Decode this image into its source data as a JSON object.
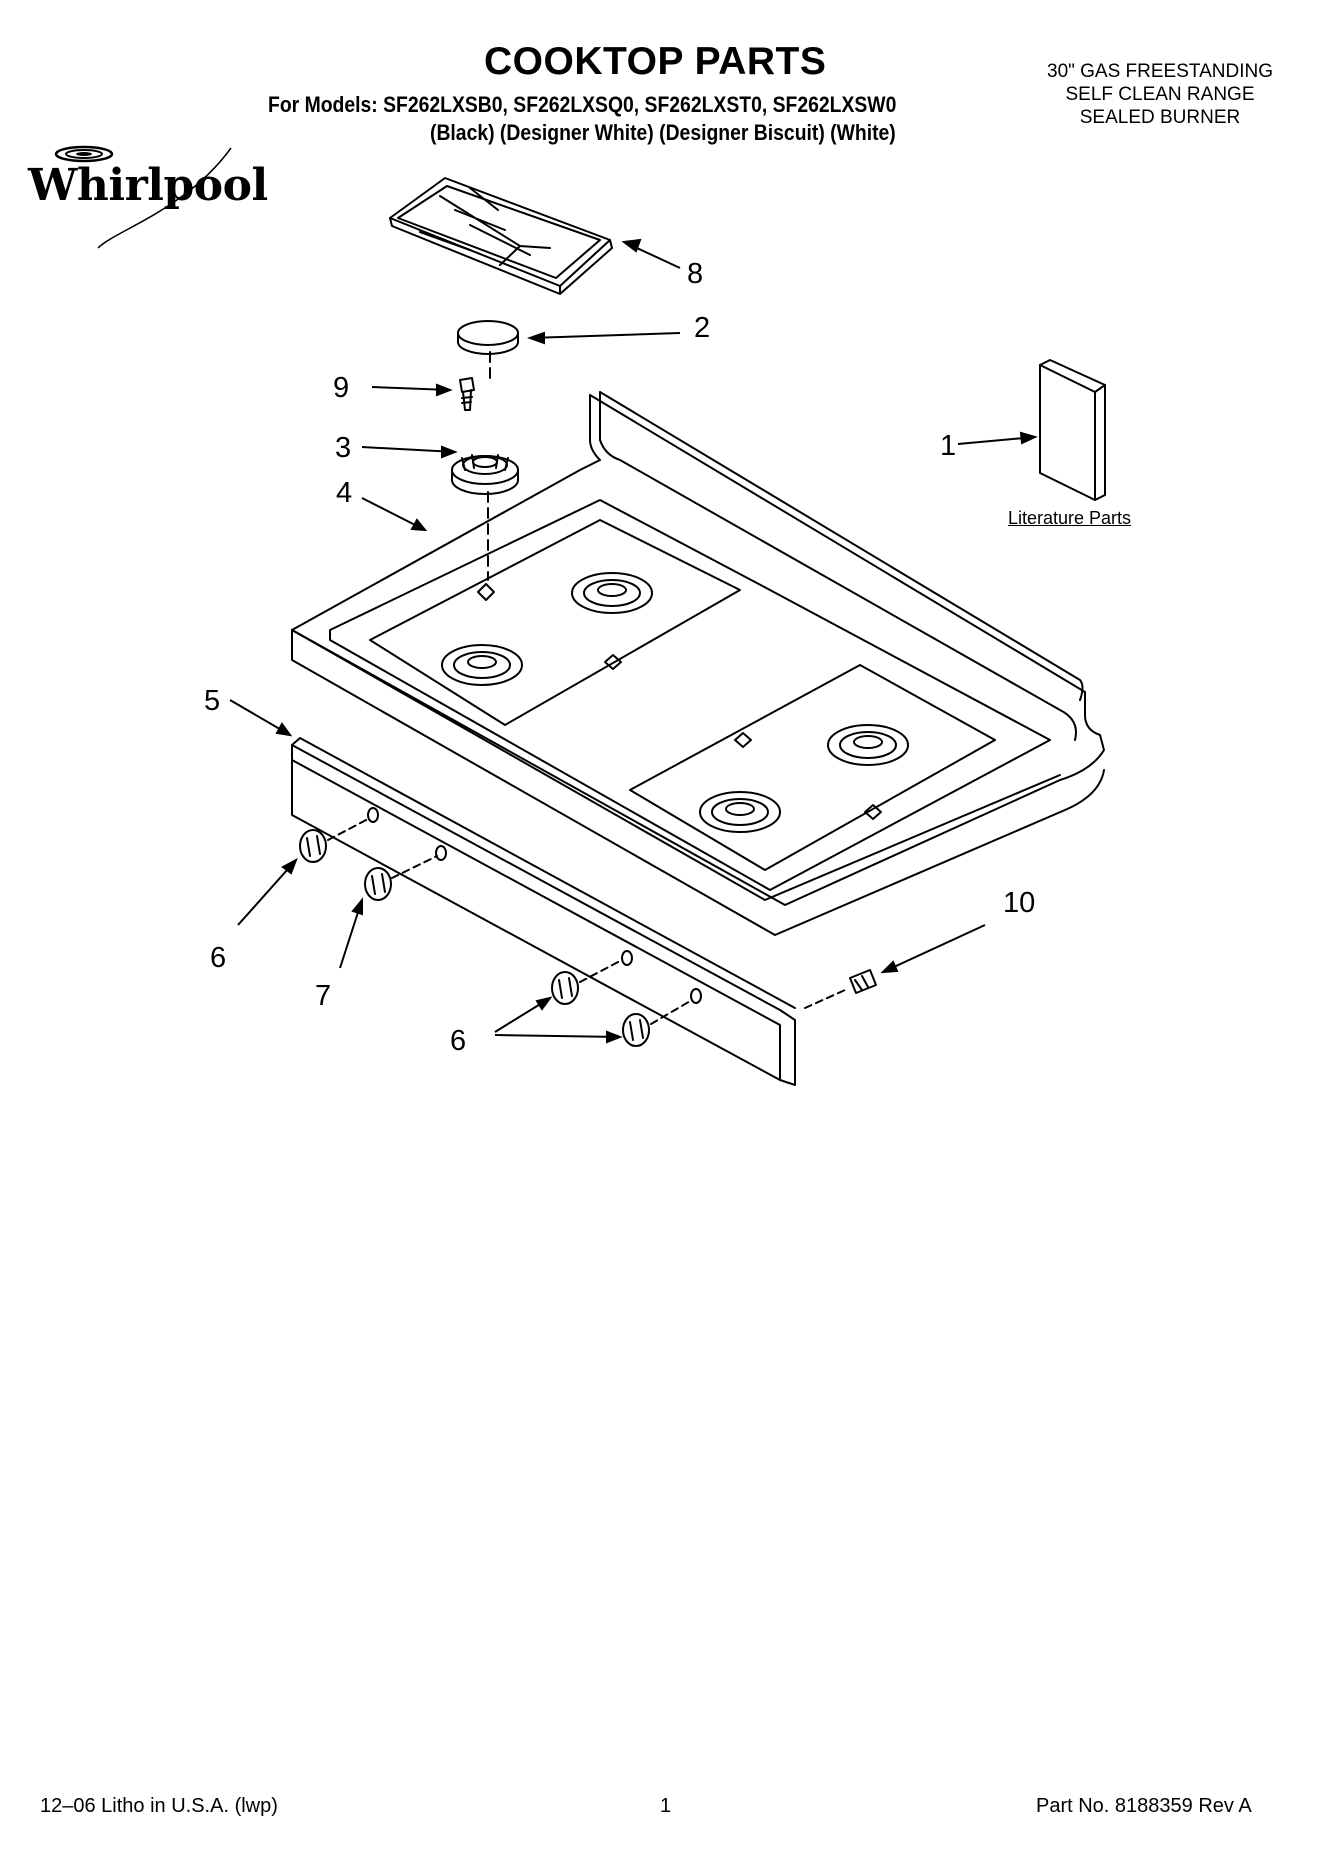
{
  "header": {
    "title": "COOKTOP PARTS",
    "models_line": "For Models: SF262LXSB0, SF262LXSQ0, SF262LXST0, SF262LXSW0",
    "colors_line": "(Black) (Designer White) (Designer Biscuit) (White)",
    "product_lines": [
      "30\" GAS FREESTANDING",
      "SELF CLEAN RANGE",
      "SEALED BURNER"
    ]
  },
  "brand": {
    "name": "Whirlpool"
  },
  "diagram": {
    "callouts": [
      "8",
      "2",
      "9",
      "3",
      "4",
      "1",
      "5",
      "6",
      "7",
      "6",
      "10"
    ],
    "literature_label": "Literature Parts"
  },
  "footer": {
    "left": "12–06 Litho in U.S.A. (lwp)",
    "page": "1",
    "part_no": "Part No. 8188359 Rev A"
  }
}
